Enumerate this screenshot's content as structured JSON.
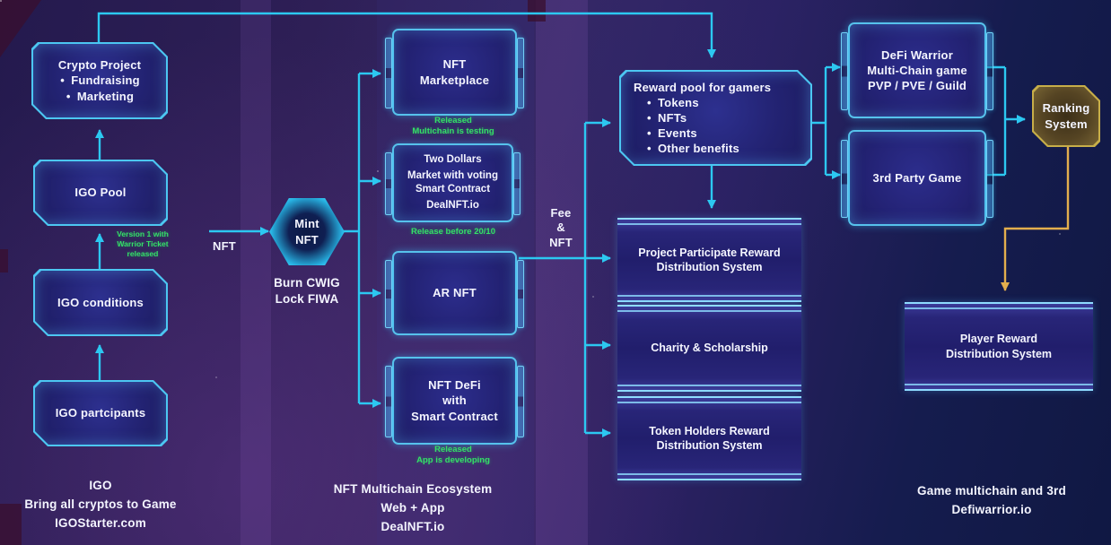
{
  "colors": {
    "arrow_cyan": "#2cc8f1",
    "arrow_gold": "#e3ae4d",
    "green_status": "#34e067",
    "box_border_cyan": "#4cc7f2",
    "box_fill": "#232373",
    "gold_border": "#c7ae49",
    "background_purple": "#2e1f56"
  },
  "top_left_group": {
    "crypto_project": {
      "title": "Crypto Project",
      "bullets": [
        "Fundraising",
        "Marketing"
      ]
    },
    "igo_pool": "IGO Pool",
    "version_note": [
      "Version 1 with",
      "Warrior Ticket",
      "released"
    ],
    "igo_conditions": "IGO conditions",
    "igo_participants": "IGO partcipants",
    "caption": [
      "IGO",
      "Bring all cryptos to Game",
      "IGOStarter.com"
    ]
  },
  "mint_group": {
    "nft_label": "NFT",
    "hexagon": [
      "Mint",
      "NFT"
    ],
    "note": [
      "Burn CWIG",
      "Lock FIWA"
    ]
  },
  "nft_column": {
    "marketplace": {
      "lines": [
        "NFT",
        "Marketplace"
      ],
      "status": [
        "Released",
        "Multichain is testing"
      ]
    },
    "two_dollars": {
      "lines": [
        "Two Dollars",
        "Market with voting",
        "Smart Contract",
        "DealNFT.io"
      ],
      "status": [
        "Release before 20/10"
      ]
    },
    "ar_nft": {
      "lines": [
        "AR NFT"
      ]
    },
    "nft_defi": {
      "lines": [
        "NFT DeFi",
        "with",
        "Smart Contract"
      ],
      "status": [
        "Released",
        "App is developing"
      ]
    },
    "caption": [
      "NFT Multichain Ecosystem",
      "Web + App",
      "DealNFT.io"
    ]
  },
  "fee_label": [
    "Fee",
    "&",
    "NFT"
  ],
  "reward_group": {
    "pool": {
      "title": "Reward pool for gamers",
      "bullets": [
        "Tokens",
        "NFTs",
        "Events",
        "Other benefits"
      ]
    },
    "boxes": [
      [
        "Project Participate Reward",
        "Distribution System"
      ],
      [
        "Charity & Scholarship"
      ],
      [
        "Token Holders Reward",
        "Distribution System"
      ]
    ]
  },
  "game_group": {
    "defi_warrior": [
      "DeFi Warrior",
      "Multi-Chain game",
      "PVP / PVE / Guild"
    ],
    "third_party": "3rd Party Game",
    "ranking": [
      "Ranking",
      "System"
    ],
    "player_reward": [
      "Player Reward",
      "Distribution System"
    ],
    "caption": [
      "Game multichain and 3rd",
      "Defiwarrior.io"
    ]
  }
}
